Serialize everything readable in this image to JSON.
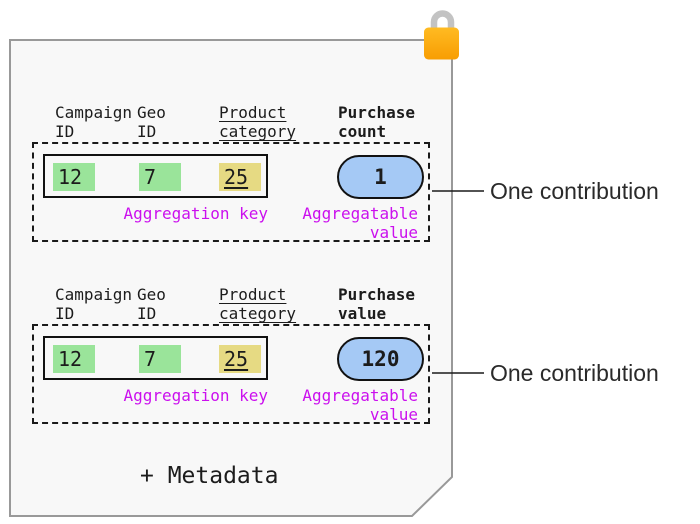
{
  "card": {
    "metadata_label": "+ Metadata",
    "background": "#f8f8f8",
    "border_color": "#999999"
  },
  "icons": {
    "lock": "lock-icon"
  },
  "colors": {
    "key_cell_green": "#9ae49a",
    "key_cell_yellow": "#e6da83",
    "value_pill_blue": "#a5c9f5",
    "label_magenta": "#cb10ee",
    "lock_orange": "#ffa90e",
    "lock_shackle_gray": "#c3c3c3"
  },
  "sections": [
    {
      "columns": [
        {
          "label": "Campaign ID",
          "line1": "Campaign",
          "line2": "ID"
        },
        {
          "label": "Geo ID",
          "line1": "Geo",
          "line2": "ID"
        },
        {
          "label": "Product category",
          "line1": "Product",
          "line2": "category"
        },
        {
          "label": "Purchase count",
          "line1": "Purchase",
          "line2": "count"
        }
      ],
      "key_cells": [
        {
          "value": "12",
          "color": "green"
        },
        {
          "value": "7",
          "color": "green"
        },
        {
          "value": "25",
          "color": "yellow",
          "underlined": true
        }
      ],
      "aggregation_key_label": "Aggregation key",
      "aggregatable_value": "1",
      "aggregatable_value_label": "Aggregatable\nvalue",
      "annotation": "One contribution"
    },
    {
      "columns": [
        {
          "label": "Campaign ID",
          "line1": "Campaign",
          "line2": "ID"
        },
        {
          "label": "Geo ID",
          "line1": "Geo",
          "line2": "ID"
        },
        {
          "label": "Product category",
          "line1": "Product",
          "line2": "category"
        },
        {
          "label": "Purchase value",
          "line1": "Purchase",
          "line2": "value"
        }
      ],
      "key_cells": [
        {
          "value": "12",
          "color": "green"
        },
        {
          "value": "7",
          "color": "green"
        },
        {
          "value": "25",
          "color": "yellow",
          "underlined": true
        }
      ],
      "aggregation_key_label": "Aggregation key",
      "aggregatable_value": "120",
      "aggregatable_value_label": "Aggregatable\nvalue",
      "annotation": "One contribution"
    }
  ]
}
